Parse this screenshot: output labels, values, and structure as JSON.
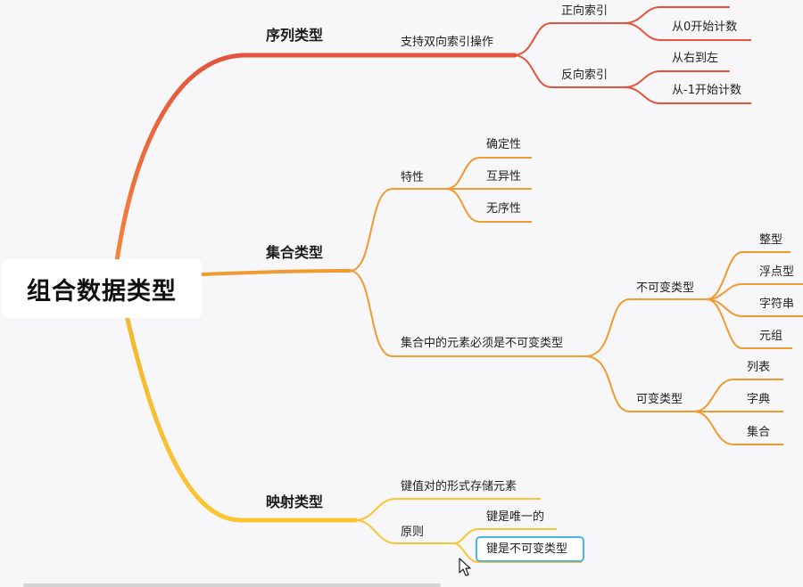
{
  "root": {
    "label": "组合数据类型"
  },
  "branches": {
    "sequence": {
      "label": "序列类型",
      "feature": "支持双向索引操作",
      "forward": {
        "label": "正向索引",
        "items": [
          "",
          "从0开始计数"
        ]
      },
      "reverse": {
        "label": "反向索引",
        "items": [
          "从右到左",
          "从-1开始计数"
        ]
      }
    },
    "set": {
      "label": "集合类型",
      "traits": {
        "label": "特性",
        "items": [
          "确定性",
          "互异性",
          "无序性"
        ]
      },
      "rule": {
        "label": "集合中的元素必须是不可变类型",
        "immutable": {
          "label": "不可变类型",
          "items": [
            "整型",
            "浮点型",
            "字符串",
            "元组"
          ]
        },
        "mutable": {
          "label": "可变类型",
          "items": [
            "列表",
            "字典",
            "集合"
          ]
        }
      }
    },
    "mapping": {
      "label": "映射类型",
      "storage": "键值对的形式存储元素",
      "principle": {
        "label": "原则",
        "items": [
          "键是唯一的",
          "键是不可变类型"
        ]
      }
    }
  },
  "colors": {
    "sequence": "#e4533c",
    "set": "#f09a30",
    "mapping": "#fbc531",
    "selection": "#4ab3e8",
    "background": "#f7f7f9"
  },
  "icons": [
    "mouse-cursor-icon"
  ]
}
